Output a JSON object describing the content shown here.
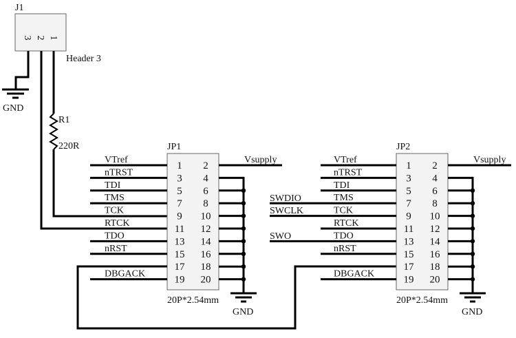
{
  "schematic": {
    "j1": {
      "ref": "J1",
      "value": "Header 3",
      "pins": [
        "1",
        "2",
        "3"
      ]
    },
    "r1": {
      "ref": "R1",
      "value": "220R"
    },
    "gnd_label": "GND",
    "jp1": {
      "ref": "JP1",
      "footprint": "20P*2.54mm",
      "left_pins": [
        "1",
        "3",
        "5",
        "7",
        "9",
        "11",
        "13",
        "15",
        "17",
        "19"
      ],
      "right_pins": [
        "2",
        "4",
        "6",
        "8",
        "10",
        "12",
        "14",
        "16",
        "18",
        "20"
      ],
      "left_nets": [
        "VTref",
        "nTRST",
        "TDI",
        "TMS",
        "TCK",
        "RTCK",
        "TDO",
        "nRST",
        "",
        "DBGACK"
      ],
      "right_net_pin2": "Vsupply"
    },
    "jp2": {
      "ref": "JP2",
      "footprint": "20P*2.54mm",
      "left_pins": [
        "1",
        "3",
        "5",
        "7",
        "9",
        "11",
        "13",
        "15",
        "17",
        "19"
      ],
      "right_pins": [
        "2",
        "4",
        "6",
        "8",
        "10",
        "12",
        "14",
        "16",
        "18",
        "20"
      ],
      "left_nets": [
        "VTref",
        "nTRST",
        "TDI",
        "TMS",
        "TCK",
        "RTCK",
        "TDO",
        "nRST",
        "",
        "DBGACK"
      ],
      "right_net_pin2": "Vsupply",
      "swd_nets": {
        "pin7": "SWDIO",
        "pin9": "SWCLK",
        "pin13": "SWO"
      }
    }
  }
}
